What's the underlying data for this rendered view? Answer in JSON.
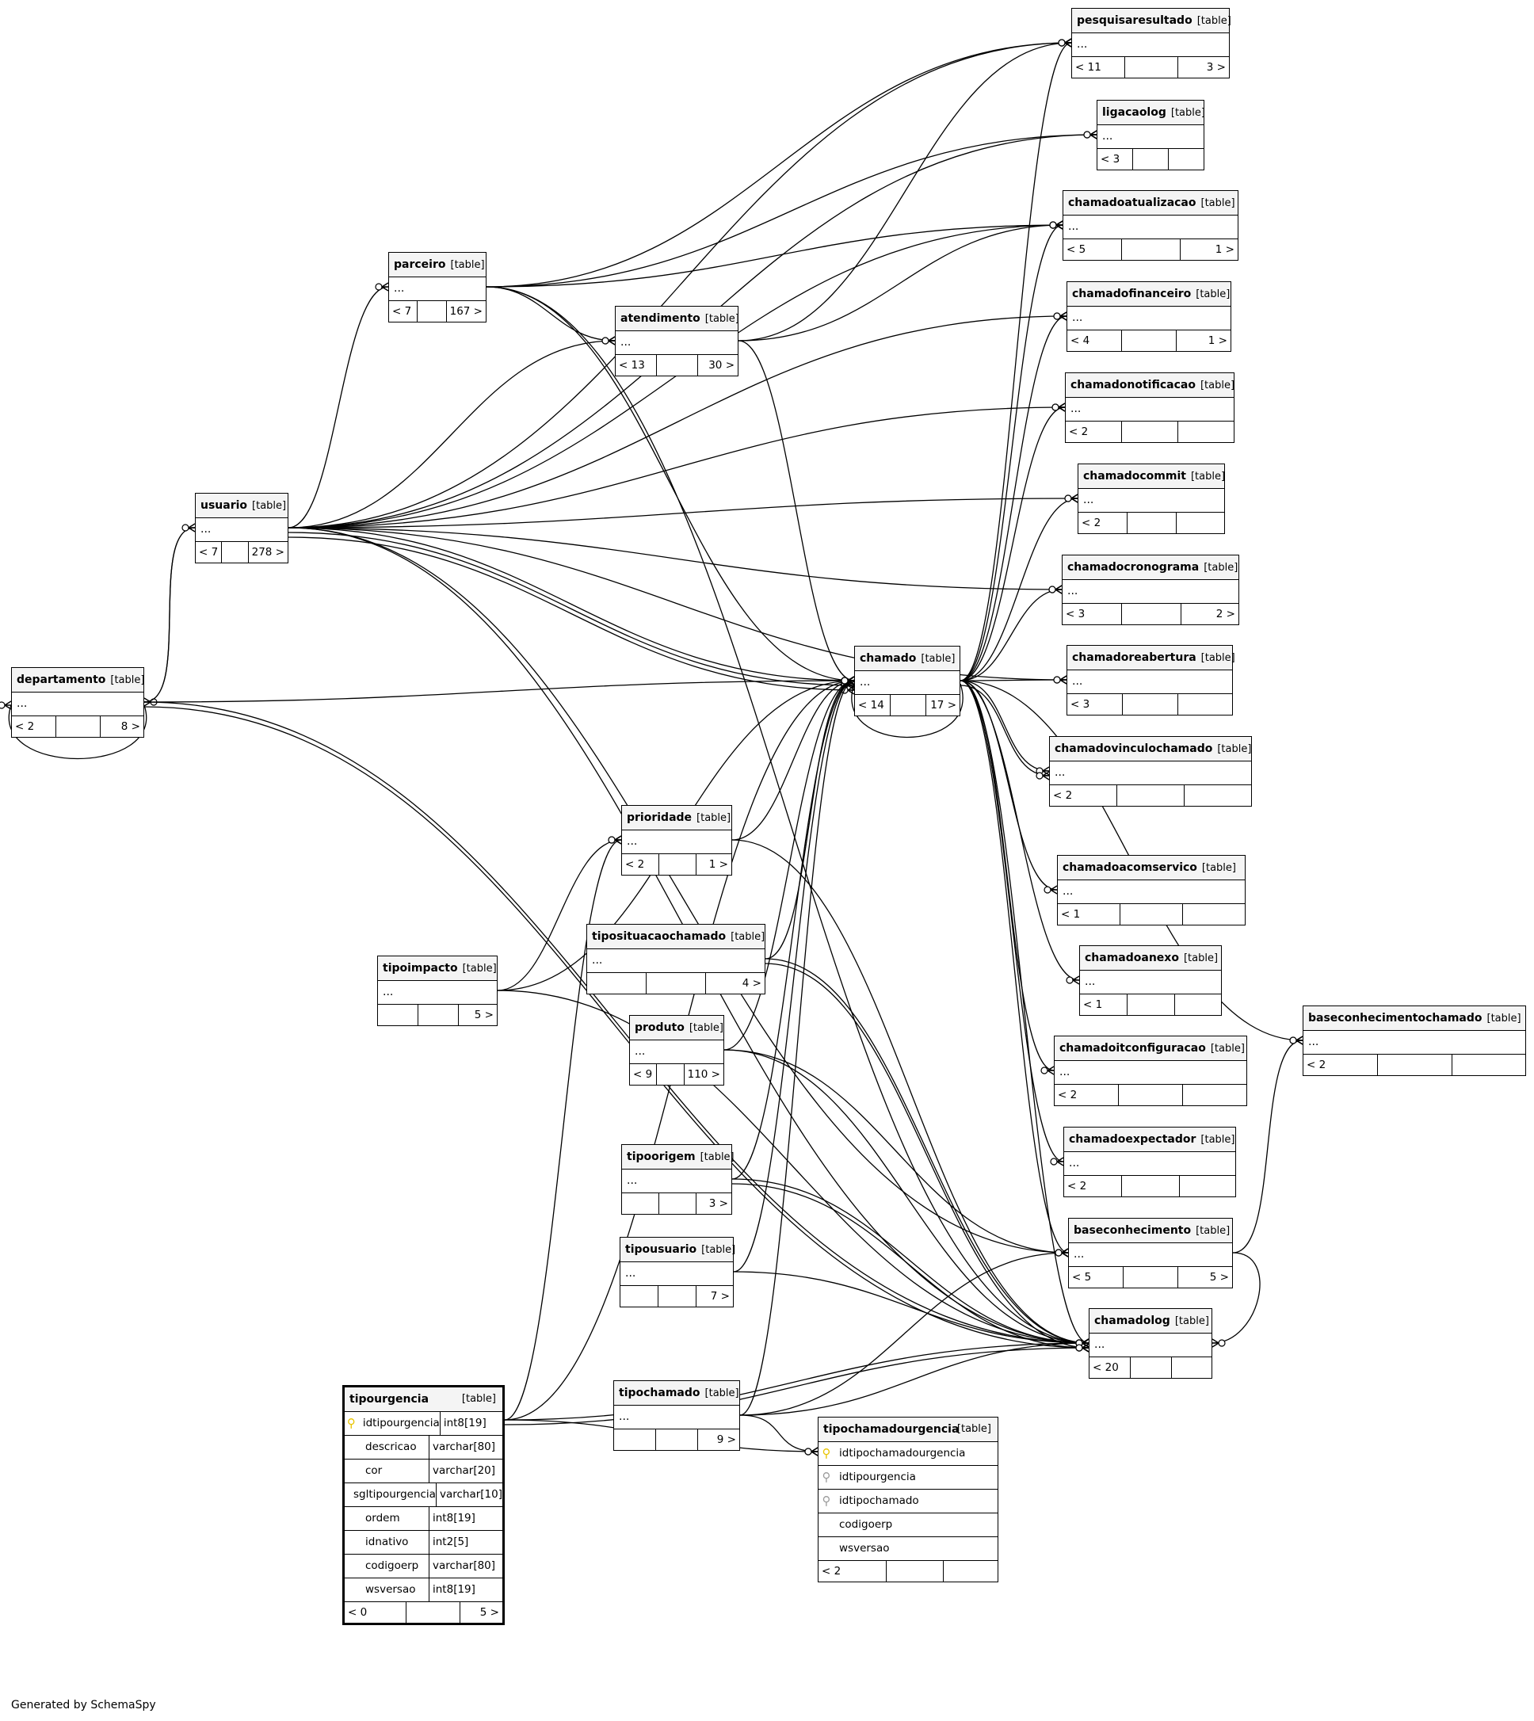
{
  "footer": "Generated by SchemaSpy",
  "table_tag": "[table]",
  "ellipsis": "...",
  "tables": [
    {
      "name": "pesquisaresultado",
      "left": "< 11",
      "right": "3 >"
    },
    {
      "name": "ligacaolog",
      "left": "< 3",
      "right": ""
    },
    {
      "name": "chamadoatualizacao",
      "left": "< 5",
      "right": "1 >"
    },
    {
      "name": "chamadofinanceiro",
      "left": "< 4",
      "right": "1 >"
    },
    {
      "name": "chamadonotificacao",
      "left": "< 2",
      "right": ""
    },
    {
      "name": "chamadocommit",
      "left": "< 2",
      "right": ""
    },
    {
      "name": "chamadocronograma",
      "left": "< 3",
      "right": "2 >"
    },
    {
      "name": "chamadoreabertura",
      "left": "< 3",
      "right": ""
    },
    {
      "name": "chamadovinculochamado",
      "left": "< 2",
      "right": ""
    },
    {
      "name": "chamadoacomservico",
      "left": "< 1",
      "right": ""
    },
    {
      "name": "chamadoanexo",
      "left": "< 1",
      "right": ""
    },
    {
      "name": "chamadoitconfiguracao",
      "left": "< 2",
      "right": ""
    },
    {
      "name": "chamadoexpectador",
      "left": "< 2",
      "right": ""
    },
    {
      "name": "baseconhecimento",
      "left": "< 5",
      "right": "5 >"
    },
    {
      "name": "chamadolog",
      "left": "< 20",
      "right": ""
    },
    {
      "name": "baseconhecimentochamado",
      "left": "< 2",
      "right": ""
    },
    {
      "name": "parceiro",
      "left": "< 7",
      "right": "167 >"
    },
    {
      "name": "atendimento",
      "left": "< 13",
      "right": "30 >"
    },
    {
      "name": "usuario",
      "left": "< 7",
      "right": "278 >"
    },
    {
      "name": "departamento",
      "left": "< 2",
      "right": "8 >"
    },
    {
      "name": "chamado",
      "left": "< 14",
      "right": "17 >"
    },
    {
      "name": "prioridade",
      "left": "< 2",
      "right": "1 >"
    },
    {
      "name": "tiposituacaochamado",
      "left": "",
      "right": "4 >"
    },
    {
      "name": "tipoimpacto",
      "left": "",
      "right": "5 >"
    },
    {
      "name": "produto",
      "left": "< 9",
      "right": "110 >"
    },
    {
      "name": "tipoorigem",
      "left": "",
      "right": "3 >"
    },
    {
      "name": "tipousuario",
      "left": "",
      "right": "7 >"
    },
    {
      "name": "tipochamado",
      "left": "",
      "right": "9 >"
    }
  ],
  "tipourgencia": {
    "name": "tipourgencia",
    "columns": [
      {
        "key": "pk",
        "name": "idtipourgencia",
        "type": "int8[19]"
      },
      {
        "key": "",
        "name": "descricao",
        "type": "varchar[80]"
      },
      {
        "key": "",
        "name": "cor",
        "type": "varchar[20]"
      },
      {
        "key": "",
        "name": "sgltipourgencia",
        "type": "varchar[10]"
      },
      {
        "key": "",
        "name": "ordem",
        "type": "int8[19]"
      },
      {
        "key": "",
        "name": "idnativo",
        "type": "int2[5]"
      },
      {
        "key": "",
        "name": "codigoerp",
        "type": "varchar[80]"
      },
      {
        "key": "",
        "name": "wsversao",
        "type": "int8[19]"
      }
    ],
    "left": "< 0",
    "right": "5 >"
  },
  "tipochamadourgencia": {
    "name": "tipochamadourgencia",
    "columns": [
      {
        "key": "pk",
        "name": "idtipochamadourgencia"
      },
      {
        "key": "fk",
        "name": "idtipourgencia"
      },
      {
        "key": "fk",
        "name": "idtipochamado"
      },
      {
        "key": "",
        "name": "codigoerp"
      },
      {
        "key": "",
        "name": "wsversao"
      }
    ],
    "left": "< 2",
    "right": ""
  }
}
